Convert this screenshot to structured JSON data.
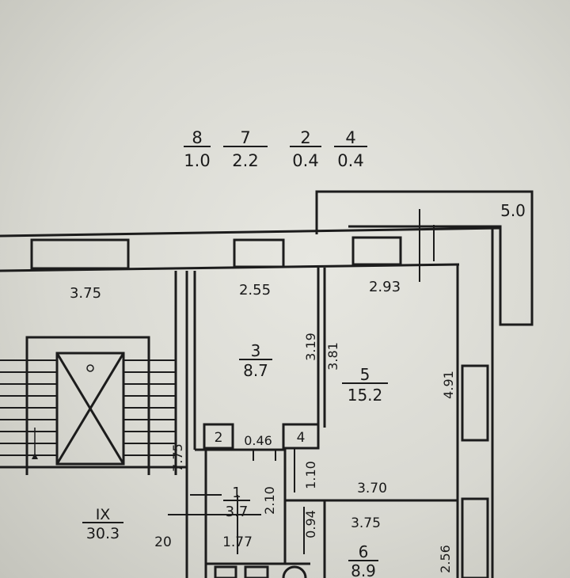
{
  "legend": [
    {
      "num": "8",
      "area": "1.0"
    },
    {
      "num": "7",
      "area": "2.2"
    },
    {
      "num": "2",
      "area": "0.4"
    },
    {
      "num": "4",
      "area": "0.4"
    }
  ],
  "balcony": {
    "area": "5.0"
  },
  "dimensions": {
    "hall_width": "3.75",
    "room3_width": "2.55",
    "room5_width": "2.93",
    "room3_height": "3.19",
    "room5_height": "3.81",
    "room5_side": "4.91",
    "stair_gap": "7.75",
    "closet_width": "0.46",
    "corridor_width": "1.10",
    "room5_bottom": "3.70",
    "room1_height": "2.10",
    "wall_gap": "0.94",
    "room6_width": "3.75",
    "hall_depth": "20",
    "room1_width": "1.77",
    "room6_side": "2.56"
  },
  "rooms": {
    "room3": {
      "num": "3",
      "area": "8.7"
    },
    "room5": {
      "num": "5",
      "area": "15.2"
    },
    "room1": {
      "num": "1",
      "area": "3.7"
    },
    "room6": {
      "num": "6",
      "area": "8.9"
    },
    "closet2": {
      "num": "2"
    },
    "closet4": {
      "num": "4"
    },
    "stair_hall": {
      "num": "IX",
      "area": "30.3"
    }
  },
  "colors": {
    "line": "#1c1c1c",
    "paper": "#e4e4de"
  }
}
